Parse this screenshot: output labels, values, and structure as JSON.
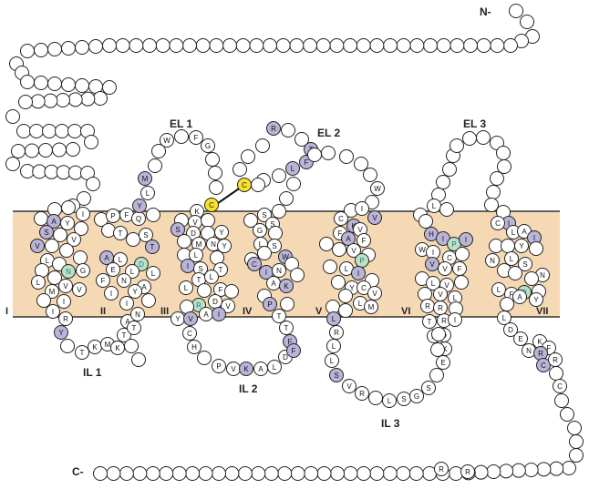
{
  "diagram": {
    "terminals": {
      "n": "N-",
      "c": "C-"
    },
    "loop_labels": {
      "el1": "EL 1",
      "el2": "EL 2",
      "el3": "EL 3",
      "il1": "IL 1",
      "il2": "IL 2",
      "il3": "IL 3"
    },
    "helix_labels": [
      "I",
      "II",
      "III",
      "IV",
      "V",
      "VI",
      "VII"
    ],
    "colors": {
      "membrane": "#f5d8b4",
      "membrane_line": "#333333",
      "residue_default": "#ffffff",
      "residue_purple": "#b9b4d8",
      "residue_green": "#b9e3c1",
      "residue_yellow": "#f7e32a",
      "residue_stroke": "#222222"
    },
    "legend_free": true
  }
}
